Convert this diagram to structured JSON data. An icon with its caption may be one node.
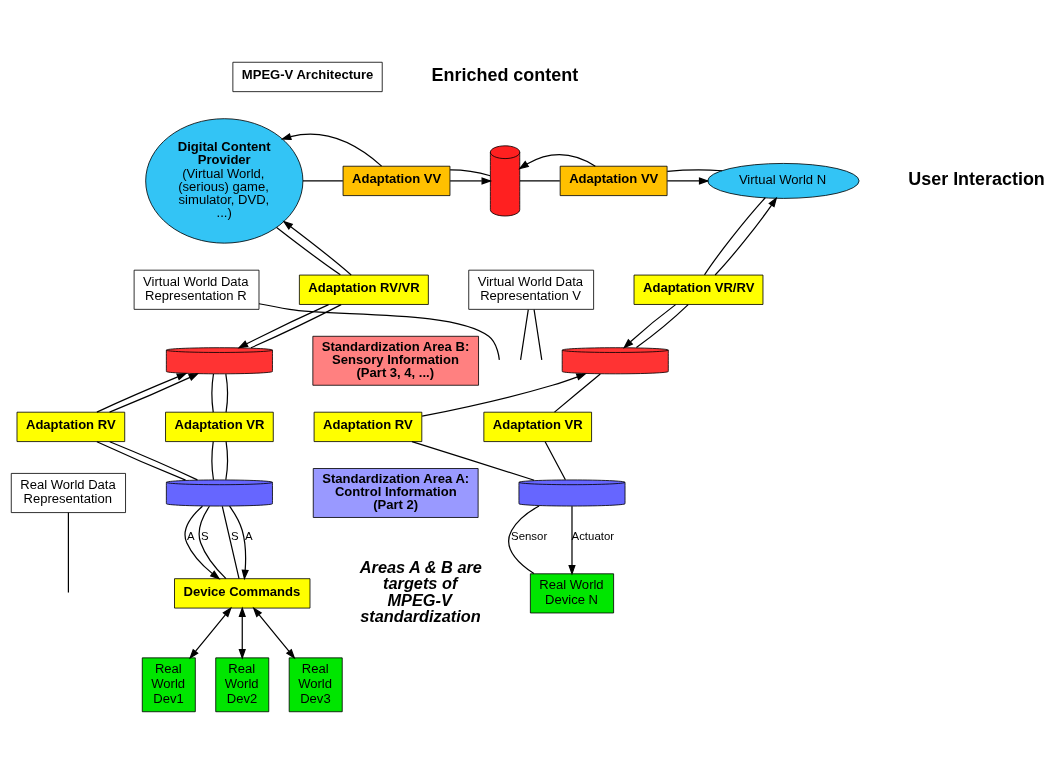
{
  "diagram": {
    "nodes": [
      {
        "text": [
          "MPEG-V Architecture"
        ]
      },
      {
        "text": [
          "Digital Content Provider",
          "(Virtual World, (serious) game, simulator, DVD, ...)"
        ]
      },
      {
        "text": [
          "Adaptation VV"
        ]
      },
      {
        "text": [],
        "shape": "cylinder"
      },
      {
        "text": [
          "Adaptation VV"
        ]
      },
      {
        "text": [
          "Virtual World N"
        ]
      },
      {
        "text": [
          "Virtual World Data Representation R"
        ]
      },
      {
        "text": [
          "Virtual World Data Representation V"
        ]
      },
      {
        "text": [
          "Adaptation RV/VR"
        ]
      },
      {
        "text": [],
        "shape": "cylinder"
      },
      {
        "text": [
          "Standardization Area B: Sensory Information (Part 3, 4, ...)"
        ]
      },
      {
        "text": [
          "Adaptation VR/RV"
        ]
      },
      {
        "text": [],
        "shape": "cylinder"
      },
      {
        "text": [
          "Adaptation RV"
        ]
      },
      {
        "text": [
          "Adaptation VR"
        ]
      },
      {
        "text": [
          "Adaptation RV"
        ]
      },
      {
        "text": [
          "Adaptation VR"
        ]
      },
      {
        "text": [],
        "shape": "cylinder"
      },
      {
        "text": [
          "Standardization Area A: Control Information (Part 2)"
        ]
      },
      {
        "text": [],
        "shape": "cylinder"
      },
      {
        "text": [
          "Real World Data Representation"
        ]
      },
      {
        "text": [
          "Device Commands"
        ]
      },
      {
        "text": [
          "Real World Dev1"
        ]
      },
      {
        "text": [
          "Real World Dev2"
        ]
      },
      {
        "text": [
          "Real World Dev3"
        ]
      },
      {
        "text": [
          "Real World Device N"
        ]
      }
    ],
    "edges": [
      {
        "from": 1,
        "to": 2,
        "arrow": "none"
      },
      {
        "from": 2,
        "to": 3,
        "arrow": "to"
      },
      {
        "from": 3,
        "to": 4,
        "arrow": "none"
      },
      {
        "from": 4,
        "to": 5,
        "arrow": "to"
      },
      {
        "from": 5,
        "to": 4,
        "arrow": "none"
      },
      {
        "from": 4,
        "to": 3,
        "arrow": "to"
      },
      {
        "from": 3,
        "to": 2,
        "arrow": "none"
      },
      {
        "from": 2,
        "to": 1,
        "arrow": "to"
      },
      {
        "from": 9,
        "to": 8,
        "arrow": "none"
      },
      {
        "from": 8,
        "to": 1,
        "arrow": "to"
      },
      {
        "from": 1,
        "to": 8,
        "arrow": "none"
      },
      {
        "from": 8,
        "to": 9,
        "arrow": "to"
      },
      {
        "from": 12,
        "to": 11,
        "arrow": "none"
      },
      {
        "from": 11,
        "to": 5,
        "arrow": "to"
      },
      {
        "from": 5,
        "to": 11,
        "arrow": "none"
      },
      {
        "from": 11,
        "to": 12,
        "arrow": "to"
      },
      {
        "from": 21,
        "to": 17,
        "arrow": "none",
        "label": "S"
      },
      {
        "from": 17,
        "to": 13,
        "arrow": "none"
      },
      {
        "from": 13,
        "to": 9,
        "arrow": "to"
      },
      {
        "from": 21,
        "to": 17,
        "arrow": "none",
        "label": "S"
      },
      {
        "from": 17,
        "to": 13,
        "arrow": "none"
      },
      {
        "from": 13,
        "to": 9,
        "arrow": "to"
      },
      {
        "from": 9,
        "to": 14,
        "arrow": "none"
      },
      {
        "from": 14,
        "to": 17,
        "arrow": "none"
      },
      {
        "from": 17,
        "to": 21,
        "arrow": "to",
        "label": "A"
      },
      {
        "from": 9,
        "to": 14,
        "arrow": "none"
      },
      {
        "from": 14,
        "to": 17,
        "arrow": "none"
      },
      {
        "from": 17,
        "to": 21,
        "arrow": "to",
        "label": "A"
      },
      {
        "from": 25,
        "to": 19,
        "arrow": "none",
        "label": "Sensor"
      },
      {
        "from": 19,
        "to": 15,
        "arrow": "none"
      },
      {
        "from": 15,
        "to": 12,
        "arrow": "to"
      },
      {
        "from": 12,
        "to": 16,
        "arrow": "none"
      },
      {
        "from": 16,
        "to": 19,
        "arrow": "none"
      },
      {
        "from": 19,
        "to": 25,
        "arrow": "to",
        "label": "Actuator"
      },
      {
        "from": 21,
        "to": 22,
        "arrow": "both"
      },
      {
        "from": 21,
        "to": 23,
        "arrow": "both"
      },
      {
        "from": 21,
        "to": 24,
        "arrow": "both"
      },
      {
        "from": 6,
        "to": null,
        "arrow": "none"
      },
      {
        "from": 7,
        "to": null,
        "arrow": "none"
      },
      {
        "from": 7,
        "to": null,
        "arrow": "none"
      },
      {
        "from": 20,
        "to": null,
        "arrow": "none"
      }
    ],
    "labels": [
      "Enriched content",
      "User Interaction",
      "Areas A & B are targets of MPEG-V standardization"
    ]
  }
}
